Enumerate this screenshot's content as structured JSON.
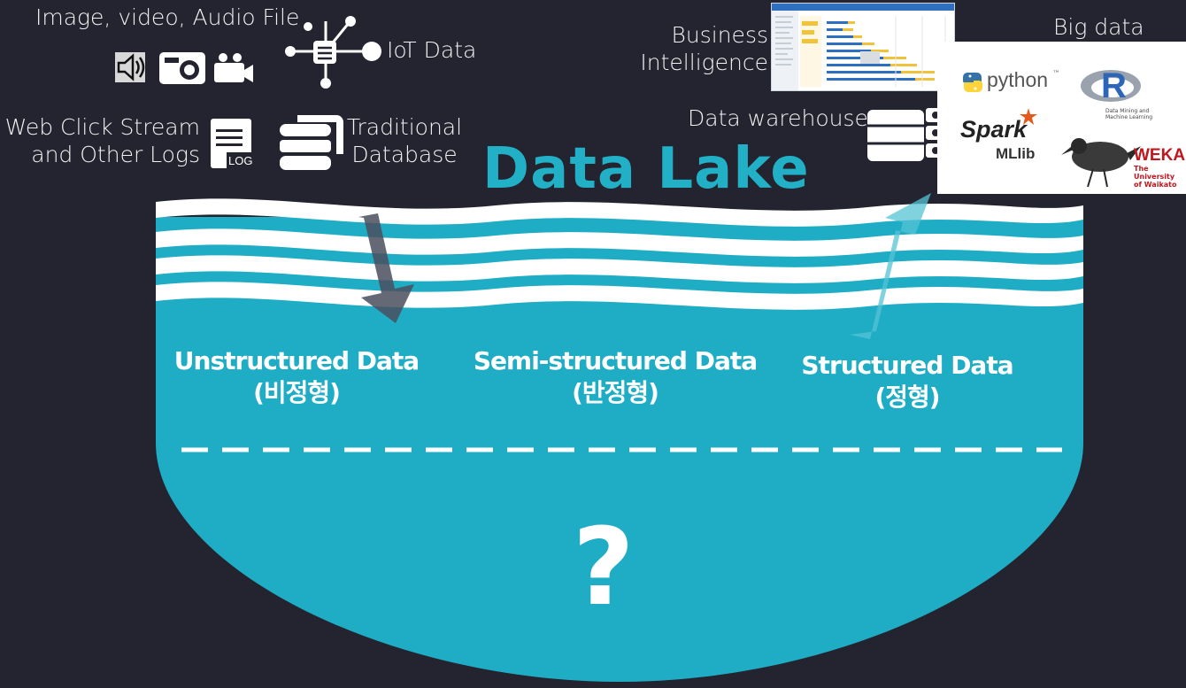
{
  "title": "Data Lake",
  "sources": {
    "media_label": "Image, video, Audio File",
    "iot_label": "IoT Data",
    "weblog_label": "Web Click Stream\nand Other Logs",
    "weblog_line1": "Web Click Stream",
    "weblog_line2": "and Other Logs",
    "log_icon_text": "LOG",
    "traditional_line1": "Traditional",
    "traditional_line2": "Database"
  },
  "consumers": {
    "bi_line1": "Business",
    "bi_line2": "Intelligence",
    "warehouse_label": "Data warehouse",
    "bigdata_label": "Big data",
    "tools": {
      "python": "python",
      "python_tm": "™",
      "r": "R",
      "r_caption_1": "Data Mining and",
      "r_caption_2": "Machine Learning",
      "spark": "Spark",
      "mllib": "MLlib",
      "weka": "WEKA",
      "weka_caption_1": "The University",
      "weka_caption_2": "of Waikato"
    }
  },
  "categories": [
    {
      "line1": "Unstructured Data",
      "line2": "(비정형)"
    },
    {
      "line1": "Semi-structured Data",
      "line2": "(반정형)"
    },
    {
      "line1": "Structured Data",
      "line2": "(정형)"
    }
  ],
  "unknown": "?",
  "colors": {
    "background": "#23242f",
    "lake": "#1fadc6",
    "title": "#22b0c6",
    "arrow_in": "#4a4f5e",
    "arrow_out": "#56c3d4",
    "weka_red": "#c0161d",
    "python_blue": "#3572a5",
    "python_yellow": "#ffd43b"
  }
}
